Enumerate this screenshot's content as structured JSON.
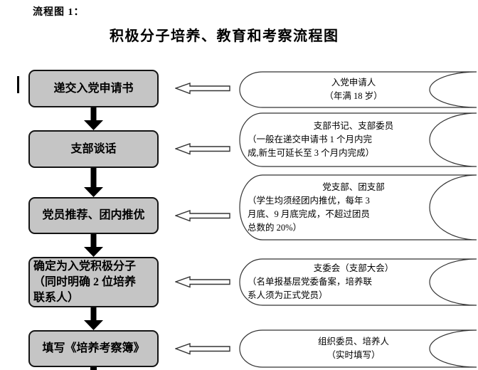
{
  "page": {
    "label": "流程图 1：",
    "title": "积极分子培养、教育和考察流程图"
  },
  "flow": {
    "boxes": [
      {
        "lines": [
          "递交入党申请书"
        ]
      },
      {
        "lines": [
          "支部谈话"
        ]
      },
      {
        "lines": [
          "党员推荐、团内推优"
        ]
      },
      {
        "lines": [
          "确定为入党积极分子",
          "（同时明确 2 位培养",
          "联系人）"
        ]
      },
      {
        "lines": [
          "填写《培养考察簿》"
        ]
      }
    ],
    "annotations": [
      {
        "title": "入党申请人",
        "note_lines": [
          "（年满 18 岁）"
        ]
      },
      {
        "title": "支部书记、支部委员",
        "note_lines": [
          "（一般在递交申请书 1 个月内完",
          "成,新生可延长至 3 个月内完成）"
        ]
      },
      {
        "title": "党支部、团支部",
        "note_lines": [
          "（学生均须经团内推优，每年 3",
          "月底、9 月底完成，不超过团员",
          "总数的 20%）"
        ]
      },
      {
        "title": "支委会（支部大会）",
        "note_lines": [
          "（名单报基层党委备案，培养联",
          "系人须为正式党员）"
        ]
      },
      {
        "title": "组织委员、培养人",
        "note_lines": [
          "（实时填写）"
        ]
      }
    ]
  },
  "colors": {
    "box_fill": "#c5c5c5",
    "box_border": "#141414",
    "line": "#333333",
    "arrow_fill": "#000000"
  }
}
